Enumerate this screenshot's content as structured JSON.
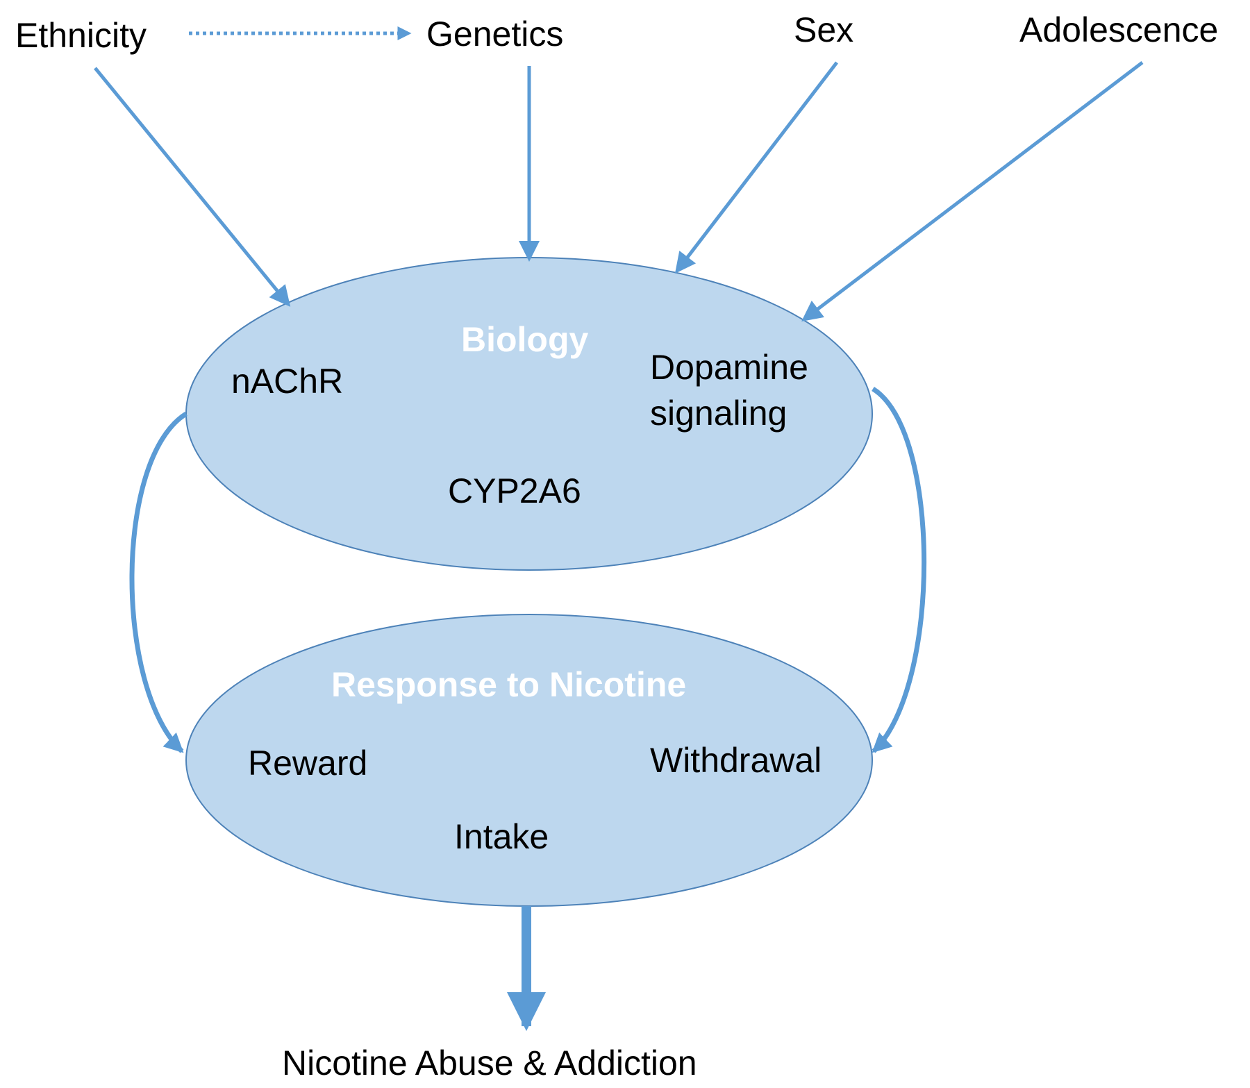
{
  "colors": {
    "ellipse_fill": "#bdd7ee",
    "ellipse_stroke": "#4d82b8",
    "arrow": "#5b9bd5",
    "text": "#000000",
    "title_text": "#ffffff"
  },
  "factors": {
    "ethnicity": "Ethnicity",
    "genetics": "Genetics",
    "sex": "Sex",
    "adolescence": "Adolescence"
  },
  "biology": {
    "title": "Biology",
    "nachr": "nAChR",
    "dopamine_line1": "Dopamine",
    "dopamine_line2": "signaling",
    "cyp2a6": "CYP2A6"
  },
  "response": {
    "title": "Response to Nicotine",
    "reward": "Reward",
    "withdrawal": "Withdrawal",
    "intake": "Intake"
  },
  "outcome": {
    "label": "Nicotine Abuse & Addiction"
  }
}
